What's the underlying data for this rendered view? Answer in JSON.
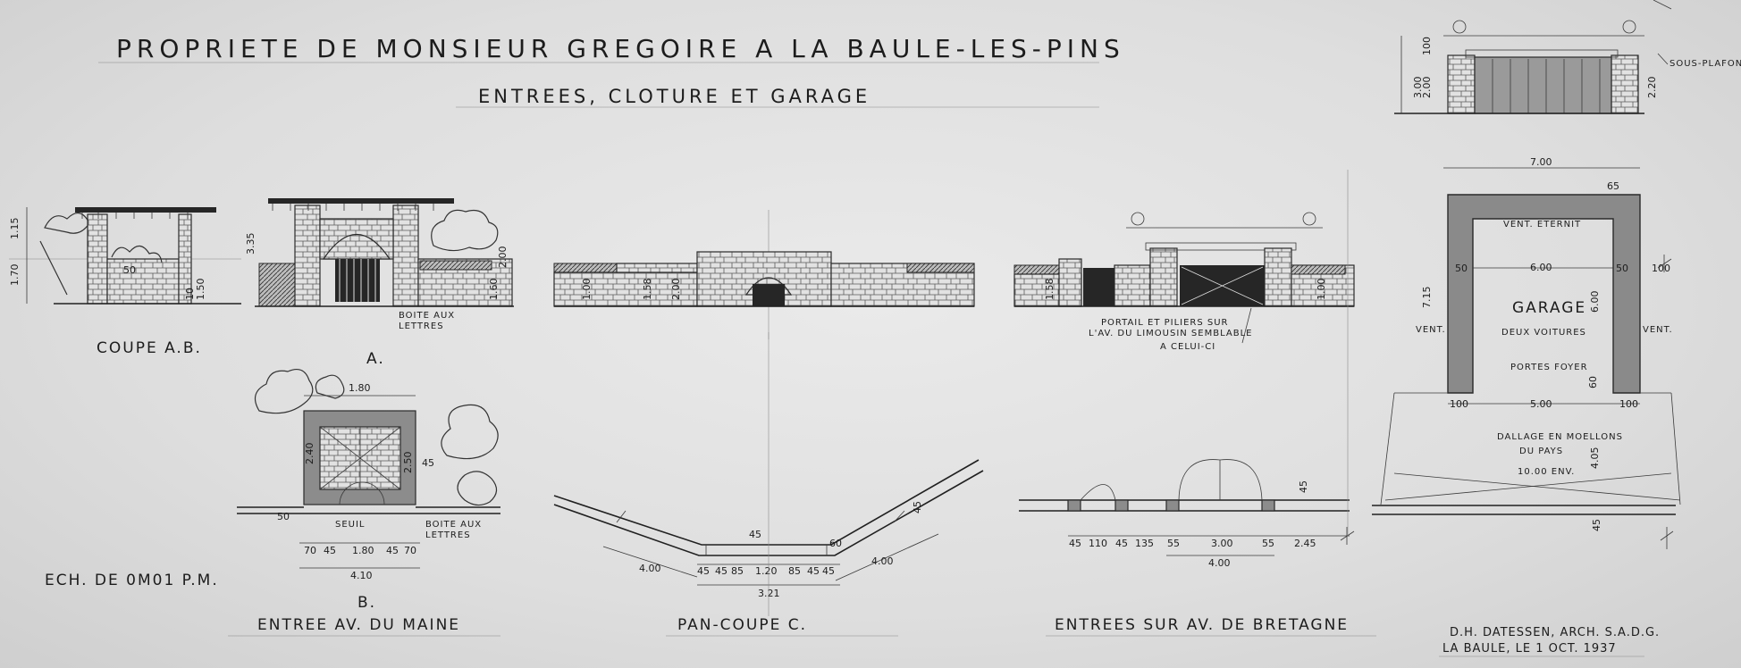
{
  "title": "PROPRIETE DE MONSIEUR GREGOIRE   A LA BAULE-LES-PINS",
  "subtitle": "ENTREES, CLOTURE ET GARAGE",
  "captions": {
    "coupe_ab": "COUPE A.B.",
    "label_a": "A.",
    "label_b": "B.",
    "scale": "ECH. DE 0M01 P.M.",
    "entree_maine": "ENTREE  AV. DU MAINE",
    "pan_coupe": "PAN-COUPE  C.",
    "entree_bretagne": "ENTREES SUR AV. DE BRETAGNE"
  },
  "notes": {
    "boite_lettres_1": "BOITE AUX",
    "boite_lettres_2": "LETTRES",
    "portail_1": "PORTAIL ET PILIERS SUR",
    "portail_2": "L'AV. DU LIMOUSIN SEMBLABLE",
    "portail_3": "A CELUI-CI",
    "seuil": "SEUIL",
    "vent_eternit": "VENT. ETERNIT",
    "garage_1": "GARAGE",
    "garage_2": "DEUX VOITURES",
    "vent_left": "VENT.",
    "vent_right": "VENT.",
    "porte_foyer": "PORTES FOYER",
    "dallage_1": "DALLAGE EN MOELLONS",
    "dallage_2": "DU PAYS",
    "dallage_3": "10.00 ENV.",
    "sous_plafond": "SOUS-PLAFOND"
  },
  "dims": {
    "garage_elev_300": "3.00",
    "garage_elev_100": "100",
    "garage_elev_200": "2.00",
    "garage_elev_220": "2.20",
    "garage_700": "7.00",
    "garage_65": "65",
    "garage_600w": "6.00",
    "garage_600h": "6.00",
    "garage_715": "7.15",
    "garage_50l": "50",
    "garage_50r": "50",
    "garage_100r": "100",
    "garage_100a": "100",
    "garage_500": "5.00",
    "garage_60": "60",
    "garage_100b": "100",
    "garage_405": "4.05",
    "garage_45": "45",
    "coupe_170": "1.70",
    "coupe_115": "1.15",
    "coupe_50": "50",
    "coupe_150": "1.50",
    "coupe_10": "10",
    "maine_elev_335": "3.35",
    "maine_elev_200": "2.00",
    "maine_elev_160": "1.60",
    "maine_180t": "1.80",
    "maine_45": "45",
    "maine_240": "2.40",
    "maine_250": "2.50",
    "maine_50": "50",
    "maine_70a": "70",
    "maine_45a": "45",
    "maine_180": "1.80",
    "maine_45b": "45",
    "maine_70b": "70",
    "maine_410": "4.10",
    "cl_100": "1.00",
    "cl_158": "1.58",
    "cl_200": "2.00",
    "pan_400a": "4.00",
    "pan_45top": "45",
    "pan_45a": "45",
    "pan_45b": "45",
    "pan_85a": "85",
    "pan_120": "1.20",
    "pan_85b": "85",
    "pan_45c": "45",
    "pan_45d": "45",
    "pan_60": "60",
    "pan_400b": "4.00",
    "pan_45e": "45",
    "pan_321": "3.21",
    "bre_158": "1.58",
    "bre_100": "1.00",
    "bre_45a": "45",
    "bre_110": "110",
    "bre_45b": "45",
    "bre_135": "135",
    "bre_55a": "55",
    "bre_300": "3.00",
    "bre_55b": "55",
    "bre_245": "2.45",
    "bre_400": "4.00",
    "bre_45top": "45"
  },
  "signature": {
    "line1": "D.H. DATESSEN, ARCH. S.A.D.G.",
    "line2": "LA BAULE, LE 1 OCT. 1937"
  }
}
